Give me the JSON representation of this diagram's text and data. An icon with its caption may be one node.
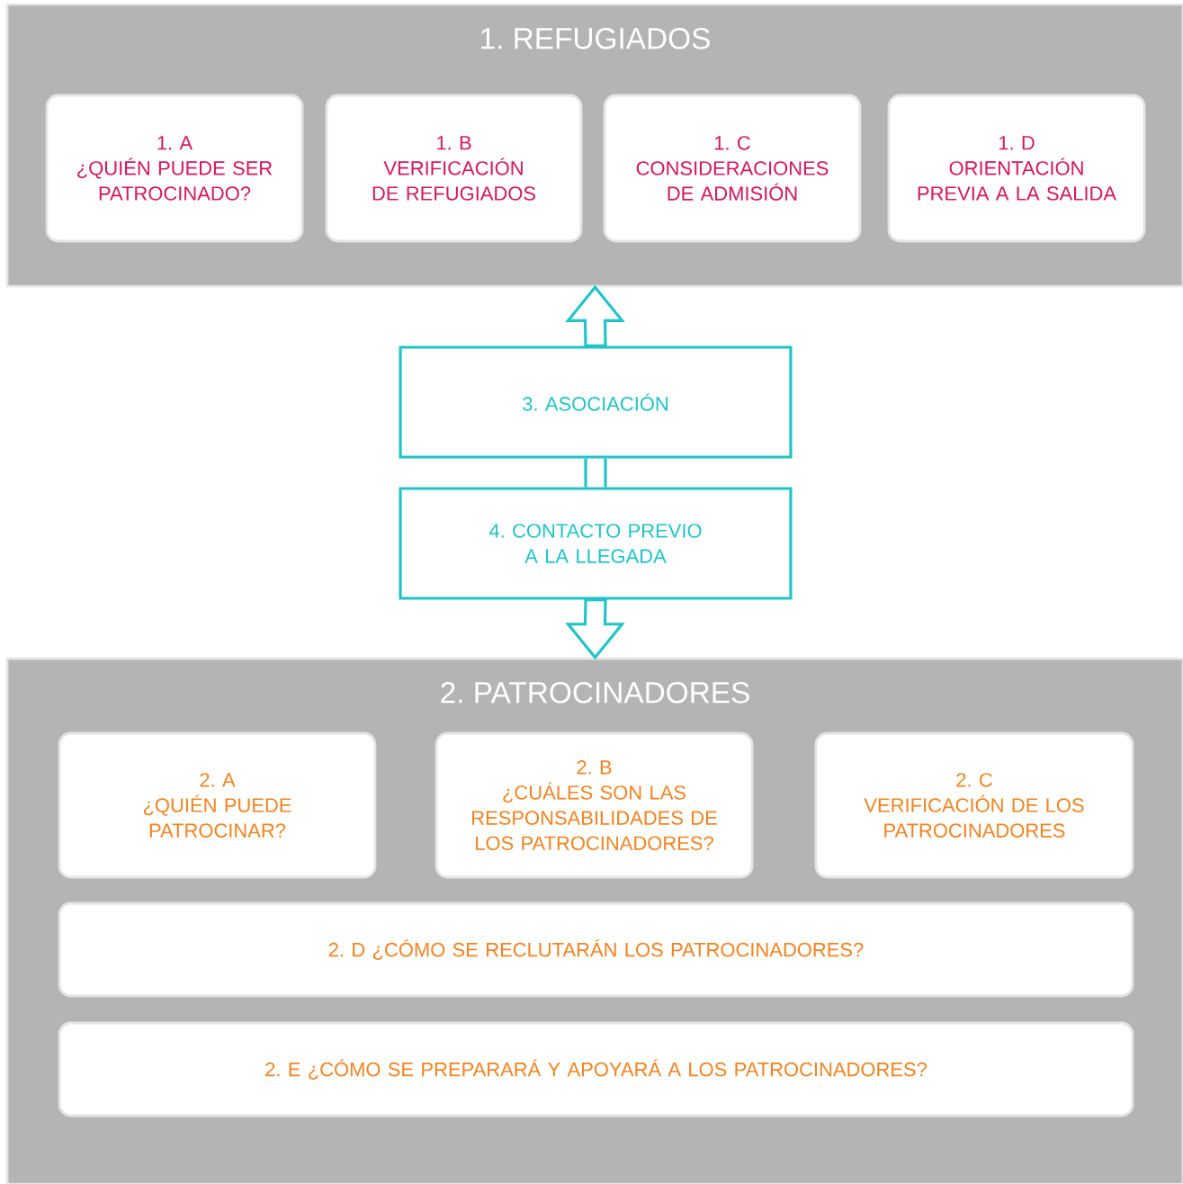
{
  "diagram": {
    "nodes": [
      {
        "text": [
          "1. REFUGIADOS"
        ]
      },
      {
        "text": [
          "1. A",
          "¿QUIÉN PUEDE SER PATROCINADO?"
        ],
        "in": 0
      },
      {
        "text": [
          "1. B",
          "VERIFICACIÓN DE REFUGIADOS"
        ],
        "in": 0
      },
      {
        "text": [
          "1. C",
          "CONSIDERACIONES DE ADMISIÓN"
        ],
        "in": 0
      },
      {
        "text": [
          "1. D",
          "ORIENTACIÓN PREVIA A LA SALIDA"
        ],
        "in": 0
      },
      {
        "text": [
          "3. ASOCIACIÓN"
        ]
      },
      {
        "text": [
          "4. CONTACTO PREVIO A LA LLEGADA"
        ]
      },
      {
        "text": [
          "2. PATROCINADORES"
        ]
      },
      {
        "text": [
          "2. A",
          "¿QUIÉN PUEDE PATROCINAR?"
        ],
        "in": 7
      },
      {
        "text": [
          "2. B",
          "¿CUÁLES SON LAS RESPONSABILIDADES DE LOS PATROCINADORES?"
        ],
        "in": 7
      },
      {
        "text": [
          "2. C",
          "VERIFICACIÓN DE LOS PATROCINADORES"
        ],
        "in": 7
      },
      {
        "text": [
          "2. D ¿CÓMO SE RECLUTARÁN LOS PATROCINADORES?"
        ],
        "in": 7
      },
      {
        "text": [
          "2. E ¿CÓMO SE PREPARARÁ Y APOYARÁ A LOS PATROCINADORES?"
        ],
        "in": 7
      }
    ],
    "edges": [
      {
        "from": 5,
        "to": 0,
        "arrow": "to"
      },
      {
        "from": 5,
        "to": 6,
        "arrow": "none"
      },
      {
        "from": 6,
        "to": 7,
        "arrow": "to"
      }
    ]
  }
}
